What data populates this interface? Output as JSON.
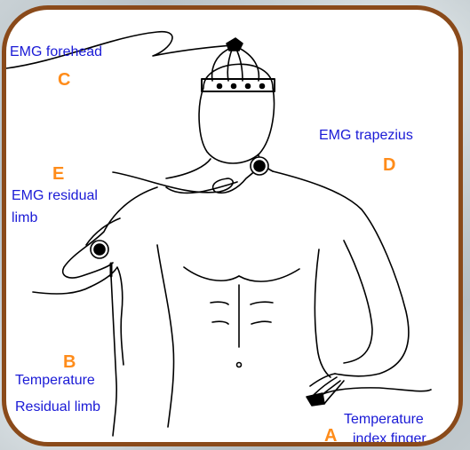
{
  "sites": [
    {
      "letter": "C",
      "label_lines": [
        "EMG forehead"
      ]
    },
    {
      "letter": "D",
      "label_lines": [
        "EMG trapezius"
      ]
    },
    {
      "letter": "E",
      "label_lines": [
        "EMG residual",
        "limb"
      ]
    },
    {
      "letter": "B",
      "label_lines": [
        "Temperature",
        "Residual limb"
      ]
    },
    {
      "letter": "A",
      "label_lines": [
        "Temperature",
        "index finger"
      ]
    }
  ],
  "colors": {
    "frame": "#8a4a1a",
    "label_text": "#1a1ad6",
    "letter": "#ff8c1a",
    "line_art": "#000000"
  }
}
